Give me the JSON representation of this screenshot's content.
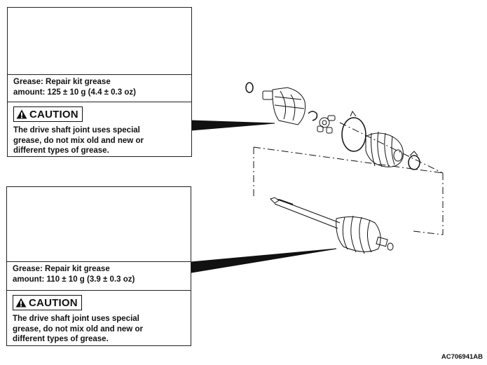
{
  "panel_top": {
    "grease_line1": "Grease: Repair kit grease",
    "grease_line2": "amount: 125 ± 10 g (4.4 ± 0.3 oz)",
    "caution_label": "CAUTION",
    "caution_text": [
      "The drive shaft joint uses special",
      "grease, do not mix old and new or",
      "different types of grease."
    ]
  },
  "panel_bottom": {
    "grease_line1": "Grease: Repair kit grease",
    "grease_line2": "amount: 110 ± 10 g (3.9 ± 0.3 oz)",
    "caution_label": "CAUTION",
    "caution_text": [
      "The drive shaft joint uses special",
      "grease, do not mix old and new or",
      "different types of grease."
    ]
  },
  "doc_id": "AC706941AB",
  "icons": [
    "grease-tube-icon",
    "caution-triangle-icon"
  ]
}
